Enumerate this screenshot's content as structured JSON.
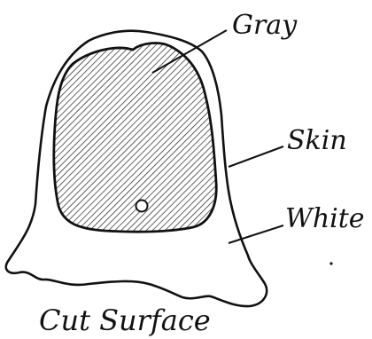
{
  "diagram": {
    "labels": {
      "gray": "Gray",
      "skin": "Skin",
      "white": "White"
    },
    "caption": "Cut Surface"
  },
  "colors": {
    "ink": "#111111",
    "background": "#ffffff"
  }
}
